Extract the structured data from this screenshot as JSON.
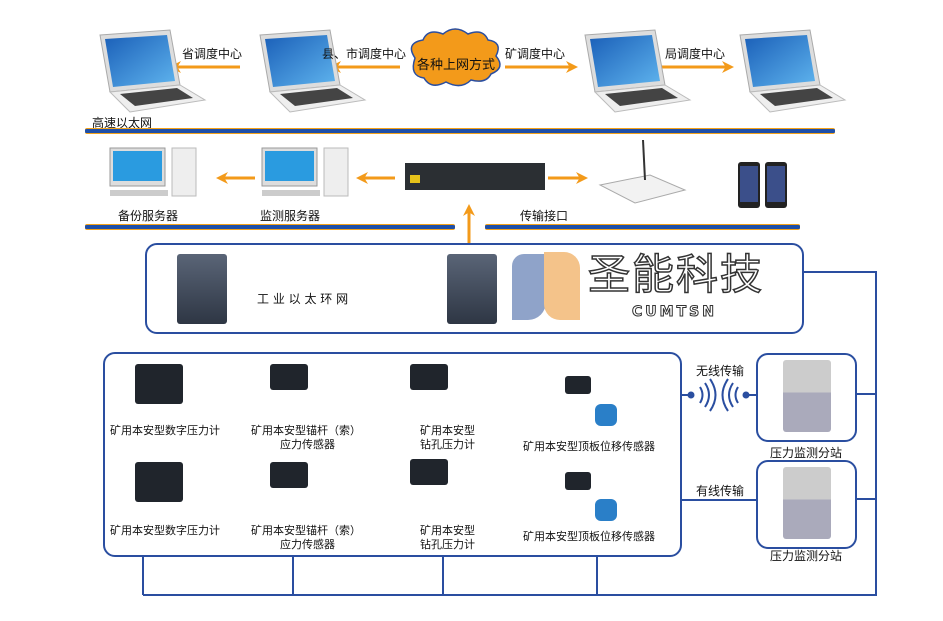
{
  "top": {
    "provincial_center": "省调度中心",
    "county_city_center": "县、市调度中心",
    "cloud": "各种上网方式",
    "mine_center": "矿调度中心",
    "bureau_center": "局调度中心",
    "high_speed_ethernet": "高速以太网"
  },
  "servers": {
    "backup_server": "备份服务器",
    "monitor_server": "监测服务器",
    "transmission_interface": "传输接口"
  },
  "ring": {
    "label": "工 业 以 太 环 网"
  },
  "sensors": [
    {
      "label": "矿用本安型数字压力计"
    },
    {
      "label": "矿用本安型锚杆（索）",
      "label2": "应力传感器"
    },
    {
      "label": "矿用本安型",
      "label2": "钻孔压力计"
    },
    {
      "label": "矿用本安型顶板位移传感器"
    },
    {
      "label": "矿用本安型数字压力计"
    },
    {
      "label": "矿用本安型锚杆（索）",
      "label2": "应力传感器"
    },
    {
      "label": "矿用本安型",
      "label2": "钻孔压力计"
    },
    {
      "label": "矿用本安型顶板位移传感器"
    }
  ],
  "links": {
    "wireless": "无线传输",
    "wired": "有线传输"
  },
  "stations": [
    {
      "label": "压力监测分站"
    },
    {
      "label": "压力监测分站"
    }
  ],
  "logo": {
    "text": "圣能科技",
    "sub": "CUMTSN"
  },
  "colors": {
    "accent_blue": "#2a4ea0",
    "arrow_orange": "#f39a1a"
  }
}
